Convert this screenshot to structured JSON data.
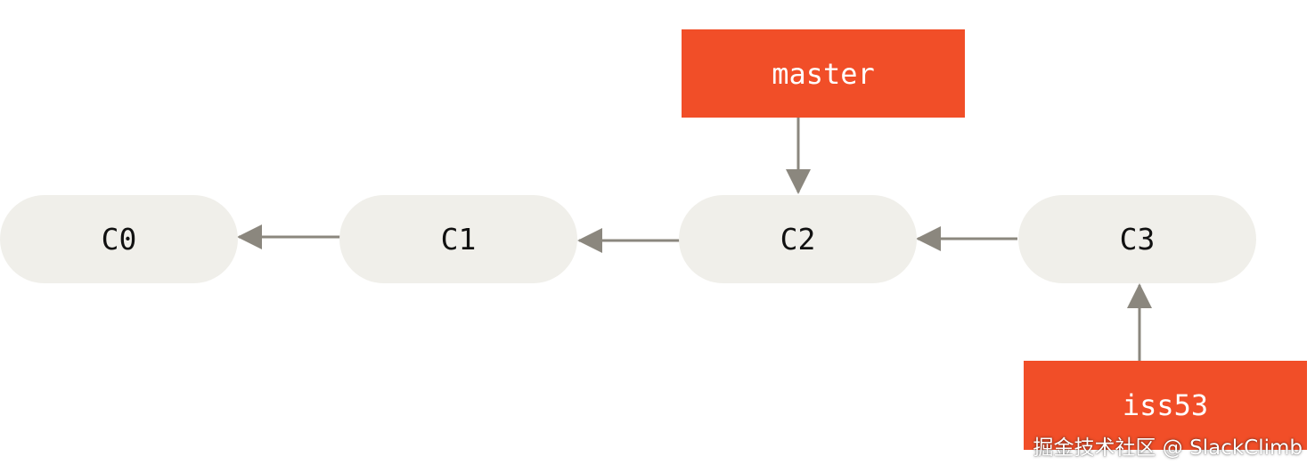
{
  "diagram": {
    "commits": [
      {
        "label": "C0"
      },
      {
        "label": "C1"
      },
      {
        "label": "C2"
      },
      {
        "label": "C3"
      }
    ],
    "branches": {
      "master": {
        "label": "master",
        "points_to": "C2"
      },
      "iss53": {
        "label": "iss53",
        "points_to": "C3"
      }
    },
    "parent_edges": [
      {
        "from": "C1",
        "to": "C0"
      },
      {
        "from": "C2",
        "to": "C1"
      },
      {
        "from": "C3",
        "to": "C2"
      }
    ]
  },
  "colors": {
    "commit_fill": "#f0efea",
    "branch_fill": "#f14e28",
    "arrow": "#8b877e",
    "branch_text": "#ffffff"
  },
  "watermark": {
    "text": "掘金技术社区 @ SlackClimb"
  }
}
